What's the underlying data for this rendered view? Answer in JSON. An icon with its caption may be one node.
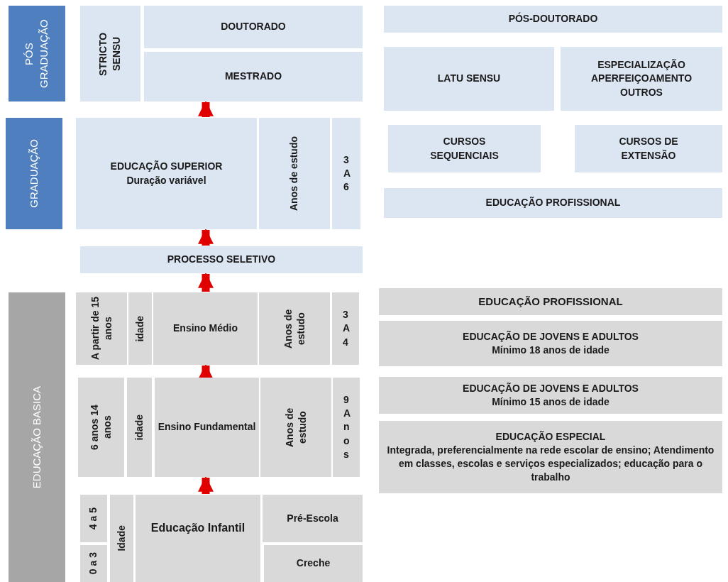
{
  "diagram": {
    "nodes": [
      {
        "text": [
          "PÓS GRADUAÇÃO"
        ]
      },
      {
        "text": [
          "STRICTO SENSU"
        ]
      },
      {
        "text": [
          "DOUTORADO"
        ]
      },
      {
        "text": [
          "MESTRADO"
        ]
      },
      {
        "text": [
          "GRADUAÇÃO"
        ]
      },
      {
        "text": [
          "EDUCAÇÃO SUPERIOR",
          "Duração variável"
        ]
      },
      {
        "text": [
          "Anos de estudo"
        ]
      },
      {
        "text": [
          "3 A 6"
        ]
      },
      {
        "text": [
          "PROCESSO SELETIVO"
        ]
      },
      {
        "text": [
          "EDUCAÇÃO BASICA"
        ]
      },
      {
        "text": [
          "A partir de 15 anos"
        ]
      },
      {
        "text": [
          "idade"
        ]
      },
      {
        "text": [
          "Ensino Médio"
        ]
      },
      {
        "text": [
          "Anos de estudo"
        ]
      },
      {
        "text": [
          "3 A 4"
        ]
      },
      {
        "text": [
          "6 anos 14 anos"
        ]
      },
      {
        "text": [
          "idade"
        ]
      },
      {
        "text": [
          "Ensino Fundamental"
        ]
      },
      {
        "text": [
          "Anos de estudo"
        ]
      },
      {
        "text": [
          "9 A n o s"
        ]
      },
      {
        "text": [
          "4 a 5"
        ]
      },
      {
        "text": [
          "0 a 3"
        ]
      },
      {
        "text": [
          "Idade"
        ]
      },
      {
        "text": [
          "Educação Infantil"
        ]
      },
      {
        "text": [
          "Pré-Escola"
        ]
      },
      {
        "text": [
          "Creche"
        ]
      },
      {
        "text": [
          "PÓS-DOUTORADO"
        ]
      },
      {
        "text": [
          "LATU SENSU"
        ]
      },
      {
        "text": [
          "ESPECIALIZAÇÃO APERFEIÇOAMENTO OUTROS"
        ]
      },
      {
        "text": [
          "CURSOS SEQUENCIAIS"
        ]
      },
      {
        "text": [
          "CURSOS DE EXTENSÃO"
        ]
      },
      {
        "text": [
          "EDUCAÇÃO PROFISSIONAL"
        ]
      },
      {
        "text": [
          "EDUCAÇÃO PROFISSIONAL"
        ]
      },
      {
        "text": [
          "EDUCAÇÃO DE JOVENS E ADULTOS",
          "Mínimo 18 anos de idade"
        ]
      },
      {
        "text": [
          "EDUCAÇÃO DE JOVENS E ADULTOS",
          "Mínimo 15 anos de idade"
        ]
      },
      {
        "text": [
          "EDUCAÇÃO ESPECIAL",
          "Integrada, preferencialmente na rede escolar de ensino; Atendimento em classes, escolas e serviços especializados; educação para o trabalho"
        ]
      }
    ],
    "edges": [
      {
        "from": 5,
        "to": 3,
        "arrow": "to"
      },
      {
        "from": 8,
        "to": 5,
        "arrow": "to"
      },
      {
        "from": 12,
        "to": 8,
        "arrow": "to"
      },
      {
        "from": 17,
        "to": 12,
        "arrow": "to"
      },
      {
        "from": 23,
        "to": 17,
        "arrow": "to"
      }
    ]
  }
}
